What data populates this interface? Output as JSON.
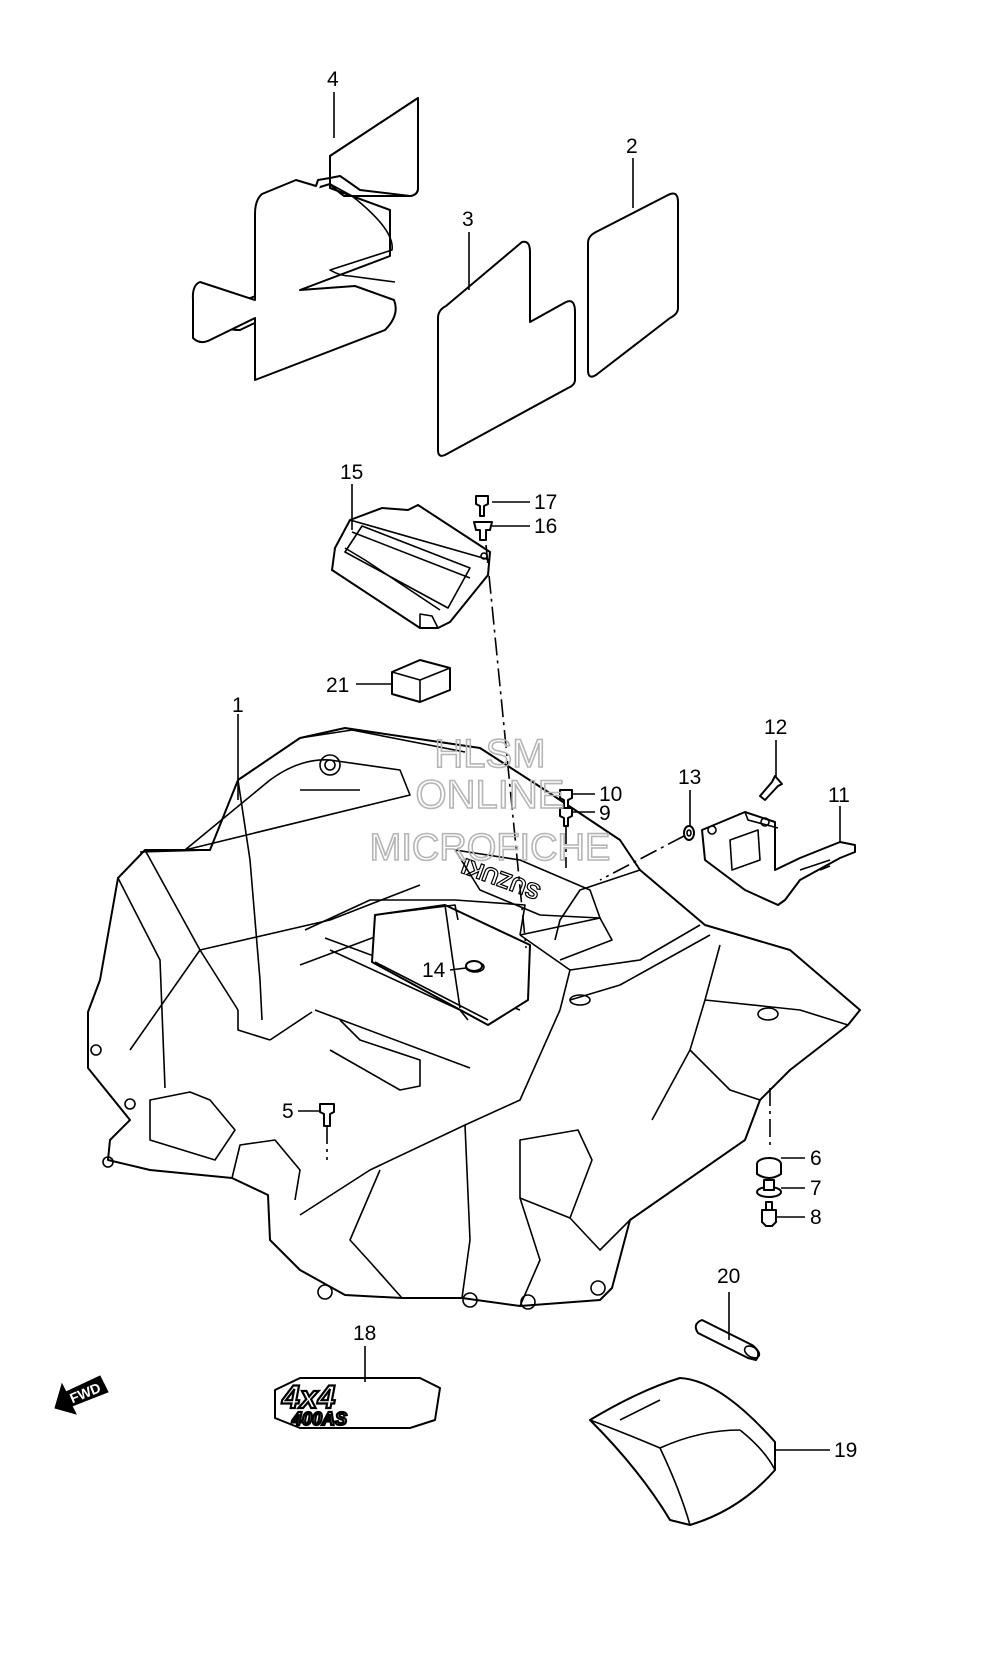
{
  "watermark": {
    "line1": "HLSM",
    "line2": "ONLINE",
    "line3": "MICROFICHE"
  },
  "fender_brand_text": "SUZUKI",
  "direction_arrow": {
    "label": "FWD",
    "icon": "arrow-left-down-icon"
  },
  "decal_18": {
    "line1": "4x4",
    "line2": "400AS"
  },
  "callouts": {
    "c1": "1",
    "c2": "2",
    "c3": "3",
    "c4": "4",
    "c5": "5",
    "c6": "6",
    "c7": "7",
    "c8": "8",
    "c9": "9",
    "c10": "10",
    "c11": "11",
    "c12": "12",
    "c13": "13",
    "c14": "14",
    "c15": "15",
    "c16": "16",
    "c17": "17",
    "c18": "18",
    "c19": "19",
    "c20": "20",
    "c21": "21"
  }
}
